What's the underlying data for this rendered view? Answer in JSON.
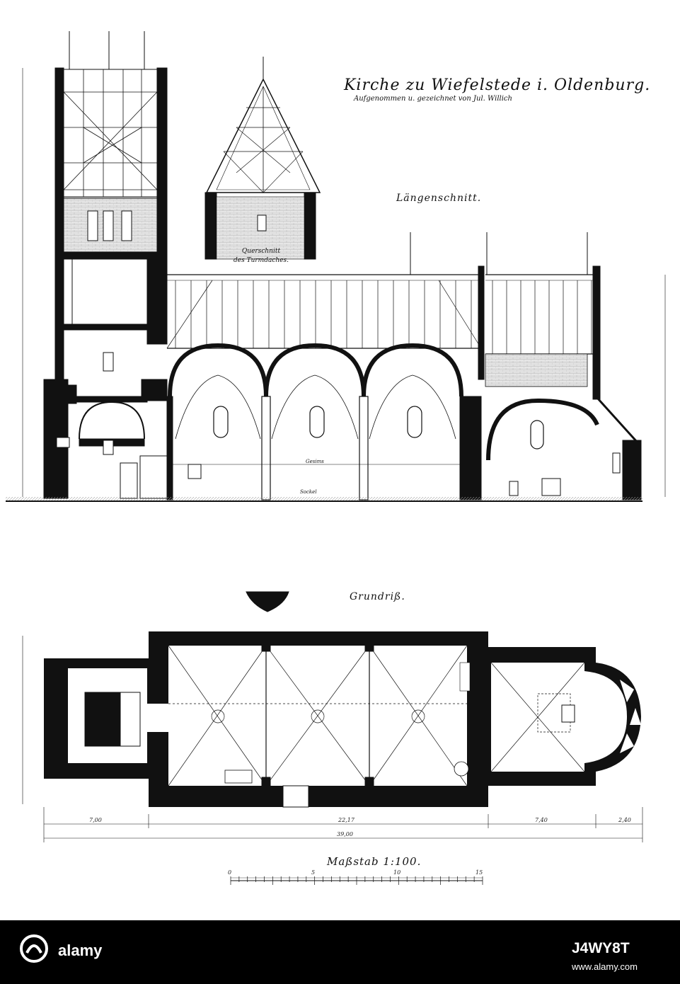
{
  "title": {
    "main": "Kirche zu Wiefelstede i. Oldenburg.",
    "sub": "Aufgenommen u. gezeichnet von Jul. Willich"
  },
  "labels": {
    "longitudinal_section": "Längenschnitt.",
    "cross_section_line1": "Querschnitt",
    "cross_section_line2": "des Turmdaches.",
    "floor_plan": "Grundriß.",
    "scale": "Maßstab 1:100.",
    "annot1": "Gesims",
    "annot2": "Sockel"
  },
  "dimensions": {
    "tower": "7,00",
    "nave": "22,17",
    "choir": "7,40",
    "apse": "2,40",
    "total": "39,00"
  },
  "scale_bar": {
    "ticks": [
      "0",
      "5",
      "10",
      "15"
    ]
  },
  "footer": {
    "brand": "alamy",
    "image_id": "J4WY8T",
    "url": "www.alamy.com"
  },
  "colors": {
    "ink": "#111111",
    "paper": "#ffffff",
    "footer_bg": "#000000"
  }
}
